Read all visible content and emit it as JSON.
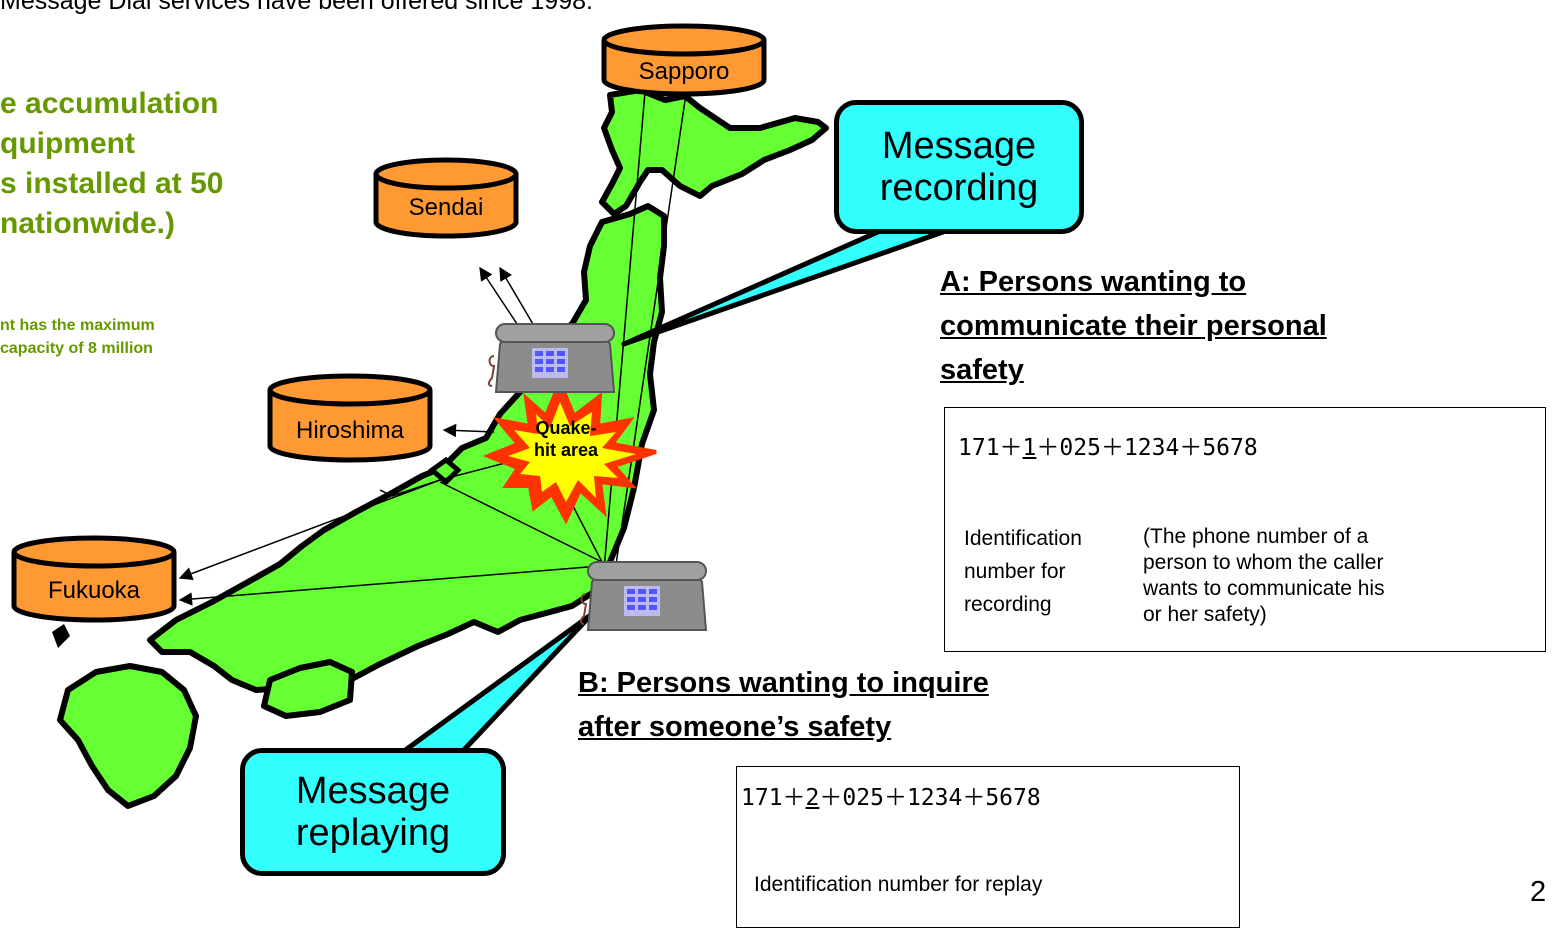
{
  "top_text": "Message Dial services have been offered since 1998.",
  "left_note": {
    "lines": [
      "e accumulation",
      "quipment",
      "s installed at 50",
      "nationwide.)"
    ],
    "small_lines": [
      "nt has the maximum",
      "capacity of 8 million"
    ]
  },
  "cities": {
    "sapporo": "Sapporo",
    "sendai": "Sendai",
    "hiroshima": "Hiroshima",
    "fukuoka": "Fukuoka"
  },
  "quake_label": [
    "Quake-",
    "hit area"
  ],
  "callouts": {
    "recording": [
      "Message",
      "recording"
    ],
    "replaying": [
      "Message",
      "replaying"
    ]
  },
  "section_a": {
    "heading": [
      "A: Persons wanting to",
      "communicate their personal",
      "safety"
    ],
    "code_prefix": "171＋",
    "code_id": "1",
    "code_suffix": "＋025＋1234＋5678",
    "id_label": [
      "Identification",
      "number for",
      "recording"
    ],
    "phone_label": [
      "(The phone number of a",
      "person to whom the caller",
      "wants to communicate his",
      "or her safety)"
    ]
  },
  "section_b": {
    "heading": [
      "B:  Persons wanting to inquire",
      "after someone’s safety"
    ],
    "code_prefix": "171＋",
    "code_id": "2",
    "code_suffix": "＋025＋1234＋5678",
    "id_label": "Identification number for replay"
  },
  "page_number": "2",
  "colors": {
    "land": "#66ff33",
    "city": "#ff9933",
    "callout": "#33ffff",
    "accent_text": "#669900",
    "phone": "#8c8c8c",
    "phone_keys": "#7777ff",
    "burst_outer": "#ff3300",
    "burst_inner": "#ffff00"
  }
}
